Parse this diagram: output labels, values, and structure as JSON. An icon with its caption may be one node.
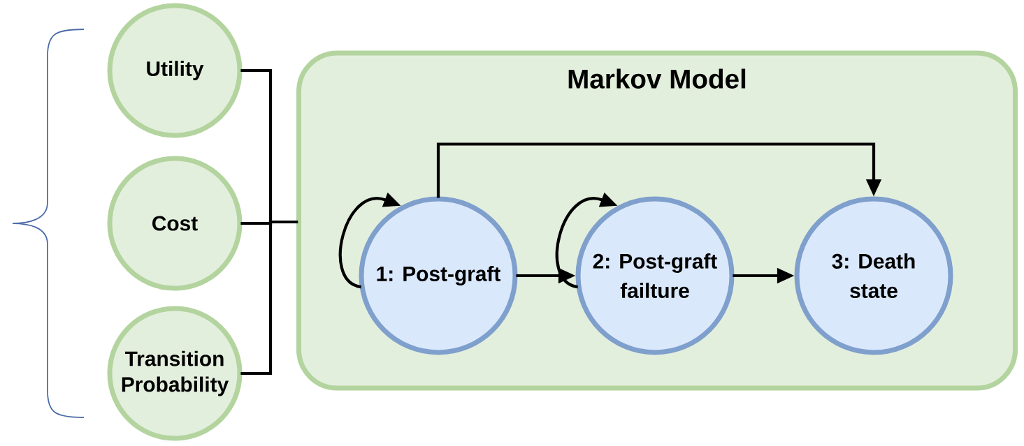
{
  "diagram": {
    "nodes": [
      {
        "text": [
          "Utility"
        ]
      },
      {
        "text": [
          "Cost"
        ]
      },
      {
        "text": [
          "Transition Probability"
        ]
      },
      {
        "text": [
          "Markov Model"
        ]
      },
      {
        "text": [
          "1: Post-graft"
        ],
        "in": 3
      },
      {
        "text": [
          "2: Post-graft failture"
        ],
        "in": 3
      },
      {
        "text": [
          "3: Death state"
        ],
        "in": 3
      }
    ],
    "edges": [
      {
        "from": 0,
        "to": 3,
        "arrow": "none"
      },
      {
        "from": 1,
        "to": 3,
        "arrow": "none"
      },
      {
        "from": 2,
        "to": 3,
        "arrow": "none"
      },
      {
        "from": 4,
        "to": 4,
        "arrow": "to"
      },
      {
        "from": 5,
        "to": 5,
        "arrow": "to"
      },
      {
        "from": 4,
        "to": 5,
        "arrow": "to"
      },
      {
        "from": 5,
        "to": 6,
        "arrow": "to"
      },
      {
        "from": 4,
        "to": 6,
        "arrow": "to"
      }
    ]
  }
}
